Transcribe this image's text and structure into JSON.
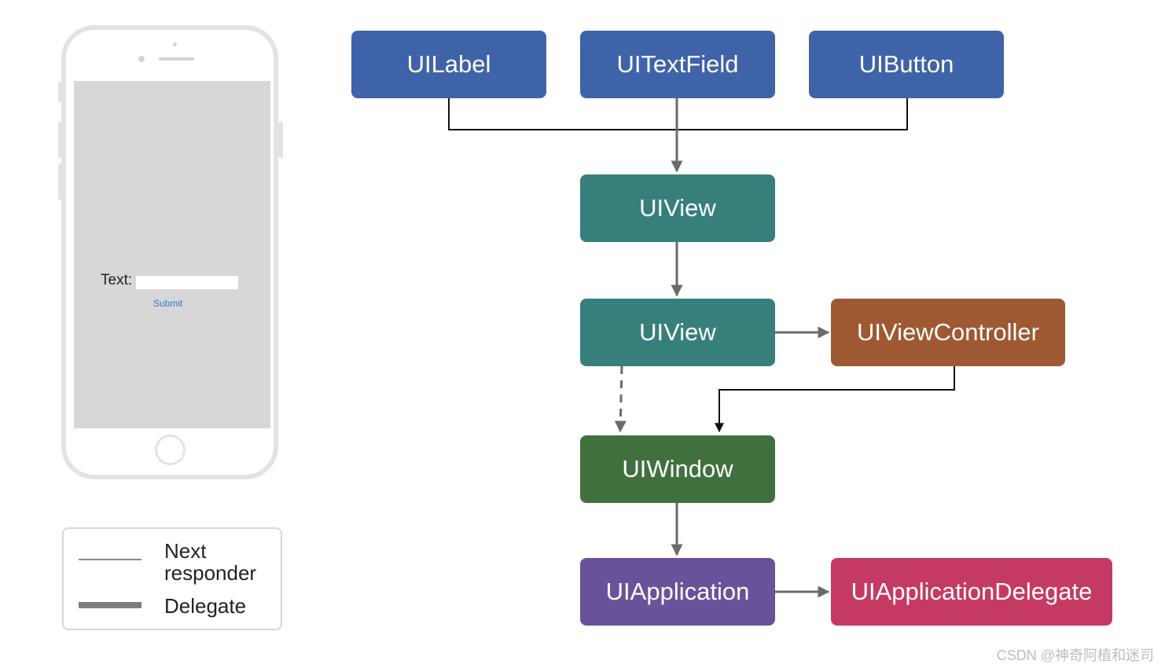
{
  "phone": {
    "label": "Text:",
    "button": "Submit"
  },
  "legend": {
    "next_responder": "Next responder",
    "delegate": "Delegate"
  },
  "nodes": {
    "uilabel": "UILabel",
    "uitextfield": "UITextField",
    "uibutton": "UIButton",
    "uiview_1": "UIView",
    "uiview_2": "UIView",
    "uiviewcontroller": "UIViewController",
    "uiwindow": "UIWindow",
    "uiapplication": "UIApplication",
    "uiapplicationdelegate": "UIApplicationDelegate"
  },
  "colors": {
    "blue": "#3f63a8",
    "teal": "#367f7b",
    "orange": "#9e5932",
    "green": "#41703f",
    "purple": "#68539b",
    "pink": "#c53a63",
    "connector": "#6b6b6b"
  },
  "watermark": "CSDN @神奇阿植和迷司"
}
